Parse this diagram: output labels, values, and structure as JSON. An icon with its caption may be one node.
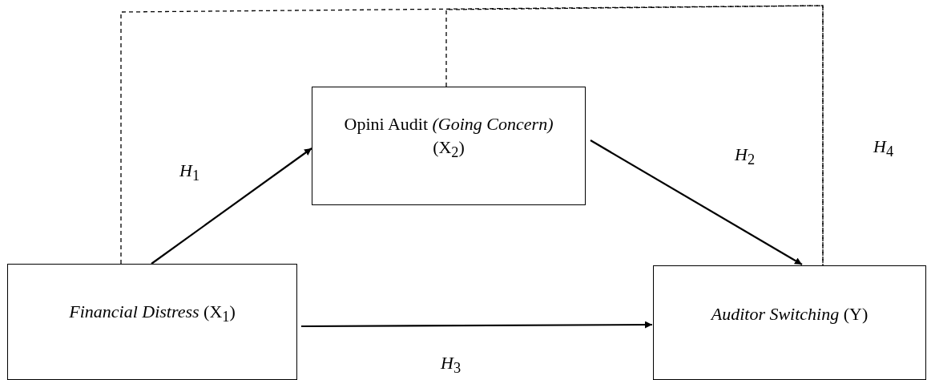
{
  "diagram": {
    "nodes": [
      {
        "text": [
          "*Financial Distress* (X$_{1}$)"
        ]
      },
      {
        "text": [
          "Opini Audit *(Going Concern)* (X$_{2}$)"
        ]
      },
      {
        "text": [
          "*Auditor Switching* (Y)"
        ]
      }
    ],
    "edges": [
      {
        "from": 0,
        "to": 1,
        "arrow": "to",
        "label": "*H*$_{1}$"
      },
      {
        "from": 1,
        "to": 2,
        "arrow": "to",
        "label": "*H*$_{2}$"
      },
      {
        "from": 0,
        "to": 2,
        "arrow": "to",
        "label": "*H*$_{3}$"
      },
      {
        "from": 0,
        "to": 2,
        "arrow": "none",
        "style": "dashed",
        "label": "*H*$_{4}$"
      },
      {
        "from": 1,
        "to": 2,
        "arrow": "none",
        "style": "dashed"
      }
    ]
  }
}
